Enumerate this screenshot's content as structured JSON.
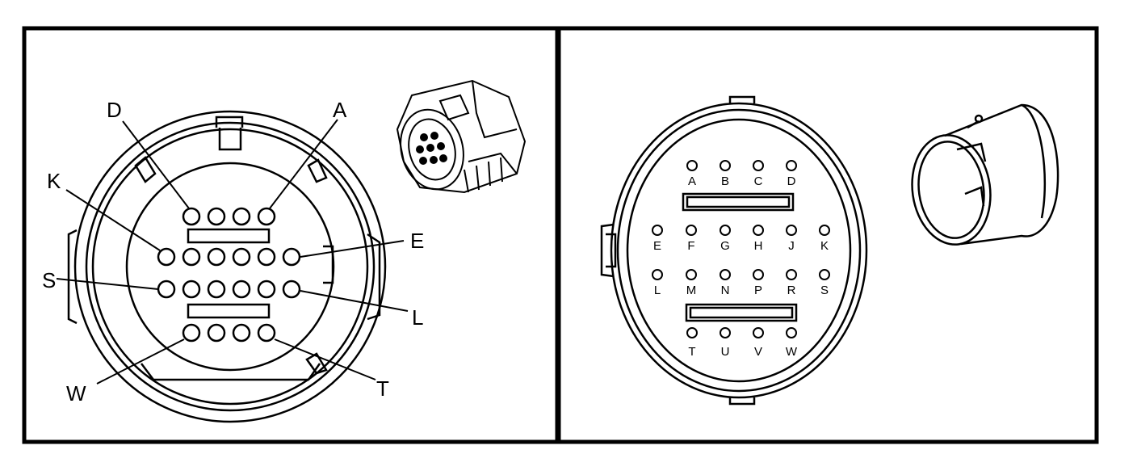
{
  "left_panel": {
    "callouts": [
      "D",
      "A",
      "K",
      "E",
      "S",
      "L",
      "W",
      "T"
    ]
  },
  "right_panel": {
    "pin_labels": {
      "row1": [
        "A",
        "B",
        "C",
        "D"
      ],
      "row2": [
        "E",
        "F",
        "G",
        "H",
        "J",
        "K"
      ],
      "row3": [
        "L",
        "M",
        "N",
        "P",
        "R",
        "S"
      ],
      "row4": [
        "T",
        "U",
        "V",
        "W"
      ]
    }
  }
}
